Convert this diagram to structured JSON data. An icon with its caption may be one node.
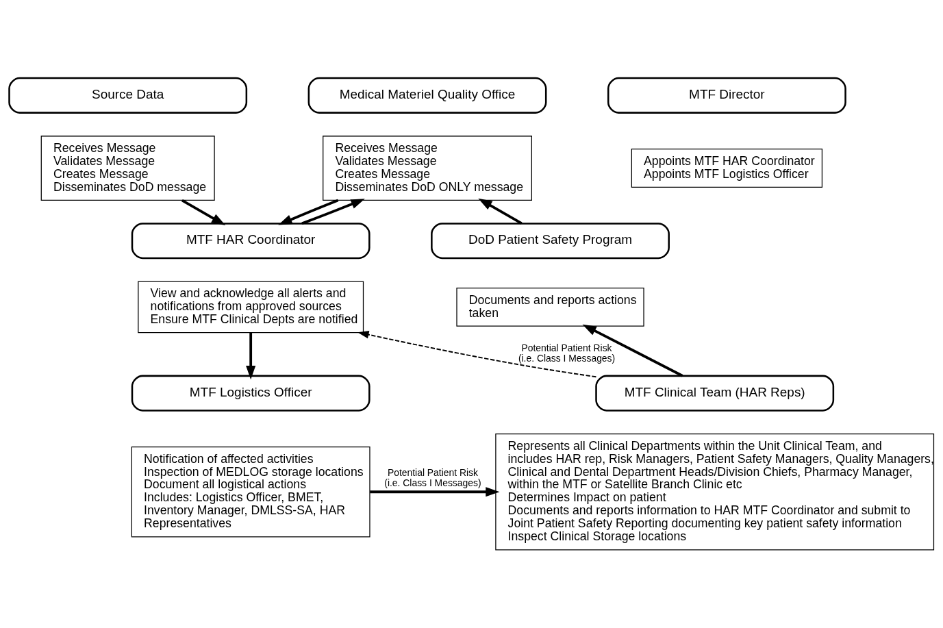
{
  "diagram": {
    "nodes": [
      {
        "text": [
          "Source Data"
        ]
      },
      {
        "text": [
          "Receives Message",
          "Validates Message",
          "Creates Message",
          "Disseminates DoD message"
        ]
      },
      {
        "text": [
          "Medical Materiel Quality Office"
        ]
      },
      {
        "text": [
          "Receives Message",
          "Validates Message",
          "Creates Message",
          "Disseminates DoD ONLY message"
        ]
      },
      {
        "text": [
          "MTF Director"
        ]
      },
      {
        "text": [
          "Appoints MTF HAR Coordinator",
          "Appoints MTF Logistics Officer"
        ]
      },
      {
        "text": [
          "DoD Patient Safety Program"
        ]
      },
      {
        "text": [
          "Documents and reports actions taken"
        ]
      },
      {
        "text": [
          "MTF HAR Coordinator"
        ]
      },
      {
        "text": [
          "View and acknowledge all alerts and notifications from approved sources",
          "Ensure MTF Clinical Depts are notified"
        ]
      },
      {
        "text": [
          "MTF Logistics Officer"
        ]
      },
      {
        "text": [
          "Notification of affected activities",
          "Inspection of MEDLOG storage locations",
          "Document all logistical actions",
          "Includes: Logistics Officer, BMET, Inventory Manager, DMLSS-SA, HAR Representatives"
        ]
      },
      {
        "text": [
          "MTF Clinical Team (HAR Reps)"
        ]
      },
      {
        "text": [
          "Represents all Clinical Departments within the Unit Clinical Team, and includes HAR rep, Risk Managers, Patient Safety Managers, Quality Managers, Clinical and Dental Department Heads/Division Chiefs, Pharmacy Manager, within the MTF or Satellite Branch Clinic etc",
          "Determines Impact on patient",
          "Documents and reports information to HAR MTF Coordinator and submit to Joint Patient Safety Reporting documenting key patient safety information",
          "Inspect Clinical Storage locations"
        ]
      }
    ],
    "edges": [
      {
        "from": 1,
        "to": 8,
        "arrow": "to"
      },
      {
        "from": 8,
        "to": 3,
        "arrow": "to"
      },
      {
        "from": 3,
        "to": 8,
        "arrow": "to"
      },
      {
        "from": 6,
        "to": 3,
        "arrow": "to"
      },
      {
        "from": 9,
        "to": 10,
        "arrow": "to"
      },
      {
        "from": 11,
        "to": 13,
        "arrow": "to",
        "label": "Potential Patient Risk (i.e. Class I Messages)"
      },
      {
        "from": 12,
        "to": 9,
        "arrow": "to",
        "style": "dashed",
        "label": "Potential Patient Risk (i.e. Class I Messages)"
      },
      {
        "from": 12,
        "to": 7,
        "arrow": "to"
      }
    ]
  }
}
